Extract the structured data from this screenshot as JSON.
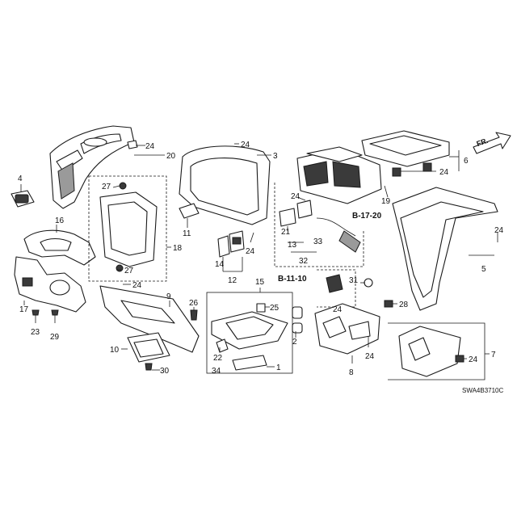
{
  "diagram": {
    "callouts": {
      "c1": "1",
      "c2": "2",
      "c3": "3",
      "c4": "4",
      "c5": "5",
      "c6": "6",
      "c7": "7",
      "c8": "8",
      "c9": "9",
      "c10": "10",
      "c11": "11",
      "c12": "12",
      "c13": "13",
      "c14": "14",
      "c15": "15",
      "c16": "16",
      "c17": "17",
      "c18": "18",
      "c19": "19",
      "c20": "20",
      "c21": "21",
      "c22": "22",
      "c23": "23",
      "c24a": "24",
      "c24b": "24",
      "c24c": "24",
      "c24d": "24",
      "c24e": "24",
      "c24f": "24",
      "c24g": "24",
      "c24h": "24",
      "c24i": "24",
      "c24j": "24",
      "c25": "25",
      "c26": "26",
      "c27a": "27",
      "c27b": "27",
      "c28": "28",
      "c29": "29",
      "c30": "30",
      "c31": "31",
      "c32": "32",
      "c33": "33",
      "c34": "34"
    },
    "refs": {
      "r1": "B-17-20",
      "r2": "B-11-10"
    },
    "direction_label": "FR.",
    "diagram_code": "SWA4B3710C"
  }
}
